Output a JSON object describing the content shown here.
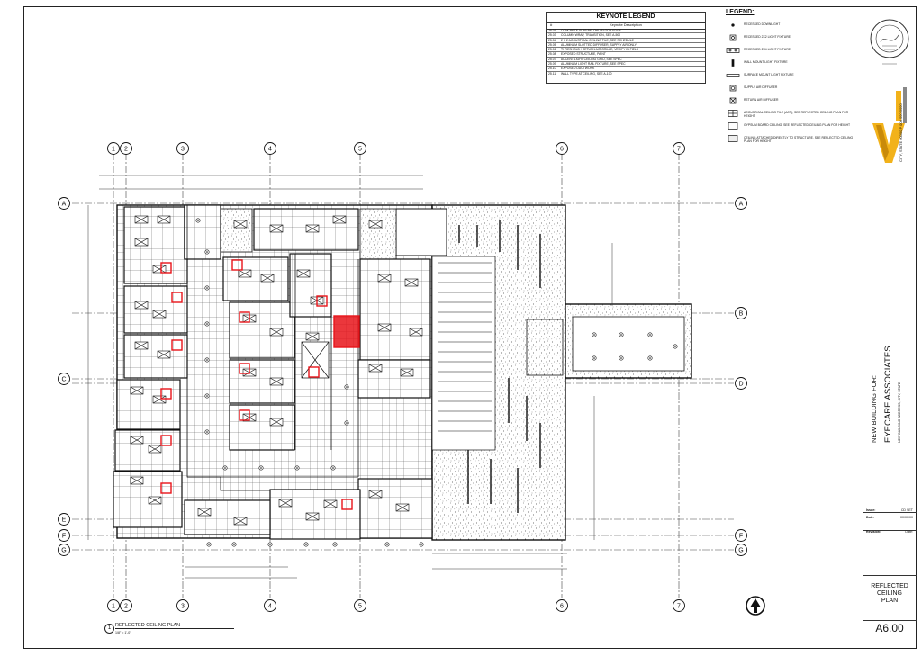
{
  "keynote_legend": {
    "title": "KEYNOTE LEGEND",
    "col_number": "#",
    "col_description": "Keynote Description",
    "items": [
      {
        "num": "25.01",
        "text": "CONCRETE SLAB BELOW / FLOOR EDGE"
      },
      {
        "num": "25.03",
        "text": "COLUMN WRAP, TRANSITION, SEE A-500"
      },
      {
        "num": "25.04",
        "text": "2 X 2 ACOUSTICAL CEILING TILE, SEE SCHEDULE"
      },
      {
        "num": "25.05",
        "text": "ALUMINUM SLOTTED DIFFUSER, SUPPLY AIR ONLY"
      },
      {
        "num": "25.06",
        "text": "THRESHOLD / RETURN AIR GRILLE, VERIFY IN FIELD"
      },
      {
        "num": "25.08",
        "text": "EXPOSED STRUCTURE, PAINT"
      },
      {
        "num": "25.07",
        "text": "ACCENT LIGHT CEILING GRID, SEE SPEC"
      },
      {
        "num": "25.09",
        "text": "ALUMINUM LIGHT RAIL FIXTURE, SEE SPEC"
      },
      {
        "num": "25.10",
        "text": "EXPOSED DUCTWORK"
      },
      {
        "num": "25.11",
        "text": "WALL TYPE AT CEILING, SEE A-100"
      }
    ]
  },
  "legend": {
    "title": "LEGEND:",
    "items": [
      "RECESSED DOWNLIGHT",
      "RECESSED 2X2 LIGHT FIXTURE",
      "RECESSED 2X4 LIGHT FIXTURE",
      "WALL MOUNT LIGHT FIXTURE",
      "SURFACE MOUNT LIGHT FIXTURE",
      "SUPPLY AIR DIFFUSER",
      "RETURN AIR DIFFUSER",
      "ACOUSTICAL CEILING TILE (ACT), SEE REFLECTED CEILING PLAN FOR HEIGHT",
      "GYPSUM BOARD CEILING, SEE REFLECTED CEILING PLAN FOR HEIGHT",
      "CEILING ATTACHED DIRECTLY TO STRUCTURE, SEE REFLECTED CEILING PLAN FOR HEIGHT"
    ]
  },
  "grid": {
    "columns": [
      "1",
      "2",
      "3",
      "4",
      "5",
      "6",
      "7"
    ],
    "rows": [
      "A",
      "B",
      "C",
      "D",
      "E",
      "F",
      "G"
    ]
  },
  "title_block": {
    "project_label": "NEW BUILDING FOR:",
    "project_name": "EYECARE ASSOCIATES",
    "project_address": "NEW BUILDING ADDRESS, CITY, STATE",
    "firm_address": "CITY, STATE 00000  P 000.000.0000",
    "meta": [
      {
        "key": "Issue:",
        "value": "CD SET"
      },
      {
        "key": "Date:",
        "value": "00/00/00"
      },
      {
        "key": "Revision:",
        "value": "Date:"
      }
    ],
    "sheet_title": [
      "REFLECTED",
      "CEILING",
      "PLAN"
    ],
    "sheet_number": "A6.00"
  },
  "plan_title": {
    "number": "1",
    "title": "REFLECTED CEILING PLAN",
    "scale": "1/8\" = 1'-0\""
  },
  "colors": {
    "highlight": "#e8141a",
    "line": "#1a1a1a",
    "logo_accent": "#f2b21a"
  }
}
